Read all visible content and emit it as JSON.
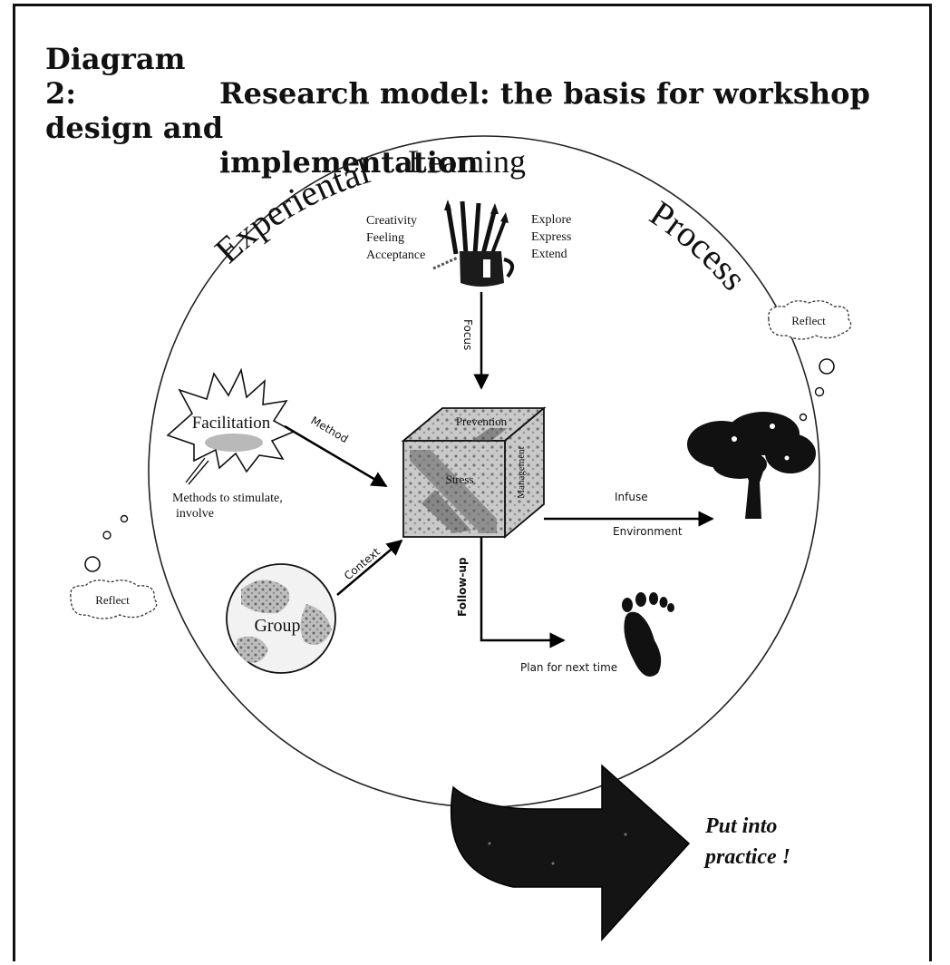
{
  "title": {
    "number": "Diagram 2:",
    "line1": "Research model: the basis for workshop design and",
    "line2": "implementation"
  },
  "arc_labels": {
    "left": "Experiental",
    "center": "Learning",
    "right": "Process"
  },
  "focus": {
    "left_words": [
      "Creativity",
      "Feeling",
      "Acceptance"
    ],
    "right_words": [
      "Explore",
      "Express",
      "Extend"
    ],
    "arrow_label": "Focus"
  },
  "facilitation": {
    "label": "Facilitation",
    "caption_line1": "Methods to stimulate,",
    "caption_line2": "involve",
    "arrow_label": "Method"
  },
  "cube": {
    "top": "Prevention",
    "front": "Stress",
    "side": "Management"
  },
  "group": {
    "label": "Group",
    "arrow_label": "Context"
  },
  "infuse": {
    "label_top": "Infuse",
    "label_bottom": "Environment"
  },
  "followup": {
    "arrow_label": "Follow-up",
    "caption": "Plan for next time"
  },
  "reflect": {
    "right": "Reflect",
    "left": "Reflect"
  },
  "cta": {
    "line1": "Put into",
    "line2": "practice !"
  }
}
